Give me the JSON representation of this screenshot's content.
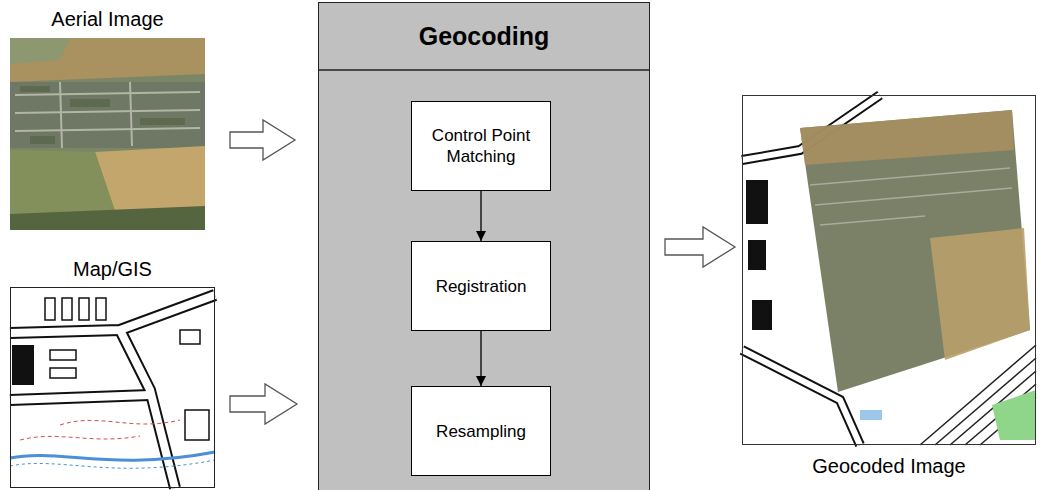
{
  "diagram": {
    "nodes": [
      {
        "text": [
          "Aerial Image"
        ]
      },
      {
        "text": [
          "Map/GIS"
        ]
      },
      {
        "text": [
          "Geocoding"
        ]
      },
      {
        "text": [
          "Control Point Matching"
        ],
        "in": 2
      },
      {
        "text": [
          "Registration"
        ],
        "in": 2
      },
      {
        "text": [
          "Resampling"
        ],
        "in": 2
      },
      {
        "text": [
          "Geocoded Image"
        ]
      }
    ],
    "edges": [
      {
        "from": 0,
        "to": 2,
        "arrow": "to"
      },
      {
        "from": 1,
        "to": 2,
        "arrow": "to"
      },
      {
        "from": 2,
        "to": 6,
        "arrow": "to"
      },
      {
        "from": 3,
        "to": 4,
        "arrow": "to"
      },
      {
        "from": 4,
        "to": 5,
        "arrow": "to"
      }
    ]
  }
}
